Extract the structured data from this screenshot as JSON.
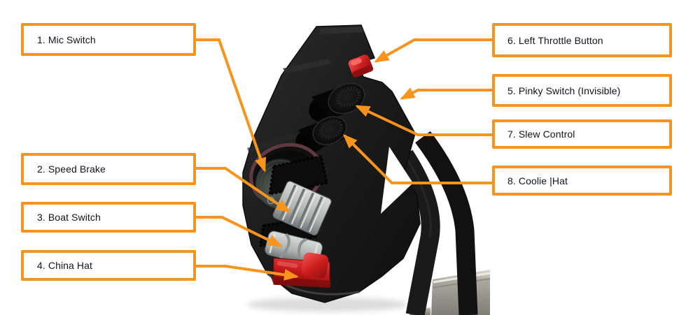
{
  "callouts": [
    {
      "number": "1",
      "label": "1. Mic Switch"
    },
    {
      "number": "2",
      "label": "2. Speed Brake"
    },
    {
      "number": "3",
      "label": "3. Boat Switch"
    },
    {
      "number": "4",
      "label": "4. China Hat"
    },
    {
      "number": "6",
      "label": "6. Left Throttle Button"
    },
    {
      "number": "5",
      "label": "5. Pinky Switch (Invisible)"
    },
    {
      "number": "7",
      "label": "7. Slew Control"
    },
    {
      "number": "8",
      "label": "8. Coolie |Hat"
    }
  ],
  "colors": {
    "accent_orange": "#F7941E",
    "box_background": "#FFFFFF",
    "label_text": "#13131D",
    "throttle_body": "#1B1B1B",
    "button_red": "#C81A1A",
    "china_hat_red": "#C01818",
    "switch_gray": "#B4B8B7",
    "metal_silver": "#A8A89F",
    "mic_ring_maroon": "#5F3A42"
  },
  "illustration_parts": [
    "mic-switch-knob",
    "speed-brake-switch",
    "boat-switch",
    "china-hat-switch",
    "left-throttle-button",
    "pinky-switch-edge",
    "slew-control-knob",
    "coolie-hat-knob",
    "throttle-arms",
    "metal-bracket"
  ]
}
